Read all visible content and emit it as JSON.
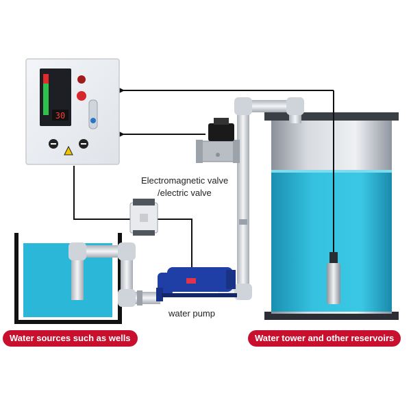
{
  "labels": {
    "valve_line1": "Electromagnetic valve",
    "valve_line2": "/electric valve",
    "pump": "water pump",
    "source_badge": "Water sources such as wells",
    "tower_badge": "Water tower and other reservoirs"
  },
  "controller": {
    "display_value": "30"
  },
  "colors": {
    "badge": "#c8102e",
    "water": "#2bb8d8",
    "pipe": "#d9dde2",
    "pump": "#1f3fa6",
    "wire": "#111111"
  },
  "icons": {
    "warning": "warning-triangle-icon"
  }
}
